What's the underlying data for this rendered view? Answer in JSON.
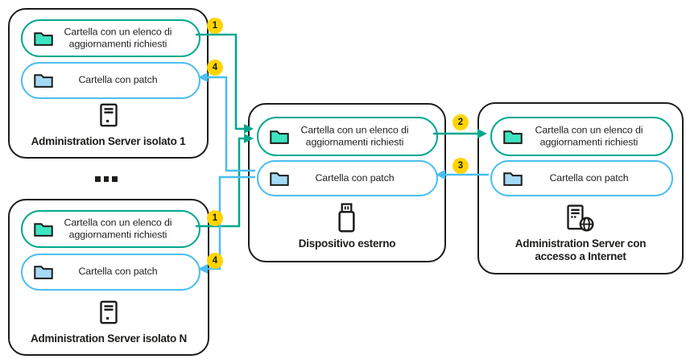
{
  "diagram": {
    "server_isolated_1": {
      "title": "Administration Server isolato 1",
      "folder_updates": "Cartella con un elenco di aggiornamenti richiesti",
      "folder_patch": "Cartella con patch"
    },
    "server_isolated_n": {
      "title": "Administration Server isolato N",
      "folder_updates": "Cartella con un elenco di aggiornamenti richiesti",
      "folder_patch": "Cartella con patch"
    },
    "external_device": {
      "title": "Dispositivo esterno",
      "folder_updates": "Cartella con un elenco di aggiornamenti richiesti",
      "folder_patch": "Cartella con patch"
    },
    "internet_server": {
      "title": "Administration Server con accesso a Internet",
      "folder_updates": "Cartella con un elenco di aggiornamenti richiesti",
      "folder_patch": "Cartella con patch"
    },
    "ellipsis": "...",
    "steps": {
      "s1": "1",
      "s2": "2",
      "s3": "3",
      "s4": "4"
    },
    "colors": {
      "teal": "#00a88e",
      "blue": "#4bbef2",
      "mint": "#3ce5c0",
      "skyfill": "#a5daf7",
      "yellow": "#ffd500",
      "ink": "#1c1c1a"
    }
  }
}
